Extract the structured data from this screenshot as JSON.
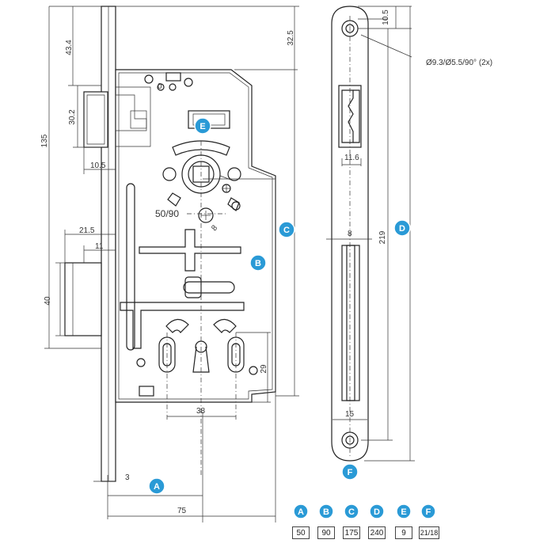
{
  "dimensions": {
    "d43_4": "43.4",
    "d30_2": "30.2",
    "d135": "135",
    "d10_5_left": "10.5",
    "d21_5": "21.5",
    "d11": "11",
    "d40": "40",
    "d3": "3",
    "d75": "75",
    "d32_5": "32.5",
    "d38": "38",
    "d29": "29",
    "d50_90": "50/90",
    "d8_angle": "8",
    "d10_5_right": "10.5",
    "d11_6": "11.6",
    "d8_plate": "8",
    "d219": "219",
    "d15": "15"
  },
  "hole_spec": "Ø9.3/Ø5.5/90° (2x)",
  "small_marker": "0",
  "badges": [
    "A",
    "B",
    "C",
    "D",
    "E",
    "F"
  ],
  "legend": [
    {
      "letter": "A",
      "value": "50"
    },
    {
      "letter": "B",
      "value": "90"
    },
    {
      "letter": "C",
      "value": "175"
    },
    {
      "letter": "D",
      "value": "240"
    },
    {
      "letter": "E",
      "value": "9"
    },
    {
      "letter": "F",
      "value": "21/18"
    }
  ],
  "colors": {
    "badge": "#2a9ad6",
    "line": "#222222"
  }
}
